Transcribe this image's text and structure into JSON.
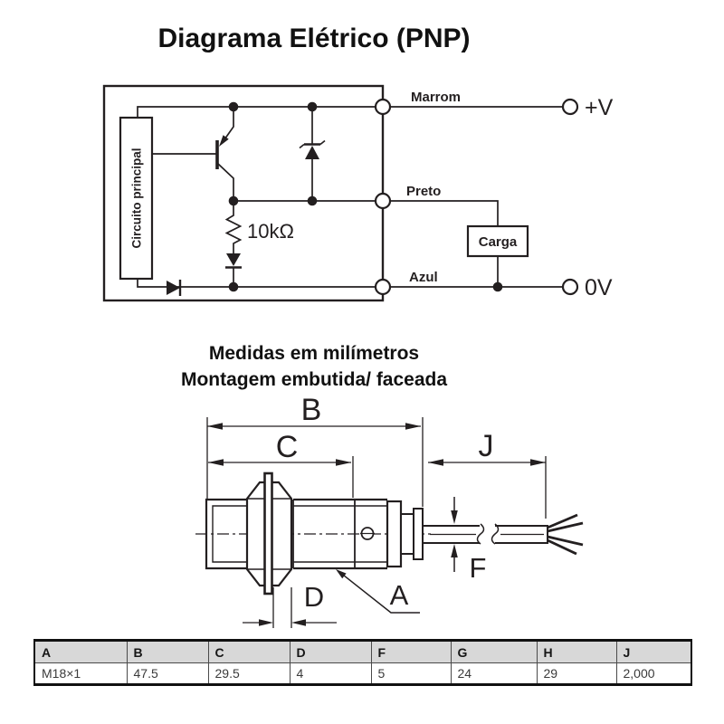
{
  "title": "Diagrama Elétrico (PNP)",
  "circuit": {
    "main_box_label": "Circuito principal",
    "resistor_label": "10kΩ",
    "wire_brown": "Marrom",
    "wire_black": "Preto",
    "wire_blue": "Azul",
    "load_label": "Carga",
    "terminal_positive": "+V",
    "terminal_negative": "0V"
  },
  "notes": {
    "line1": "Medidas em milímetros",
    "line2": "Montagem embutida/ faceada"
  },
  "drawing": {
    "dims": {
      "b": "B",
      "c": "C",
      "j": "J",
      "d": "D",
      "a": "A",
      "f": "F"
    }
  },
  "table": {
    "headers": [
      "A",
      "B",
      "C",
      "D",
      "F",
      "G",
      "H",
      "J"
    ],
    "values": [
      "M18×1",
      "47.5",
      "29.5",
      "4",
      "5",
      "24",
      "29",
      "2,000"
    ]
  },
  "colors": {
    "ink": "#231f20",
    "table_header_bg": "#d8d8d8"
  }
}
